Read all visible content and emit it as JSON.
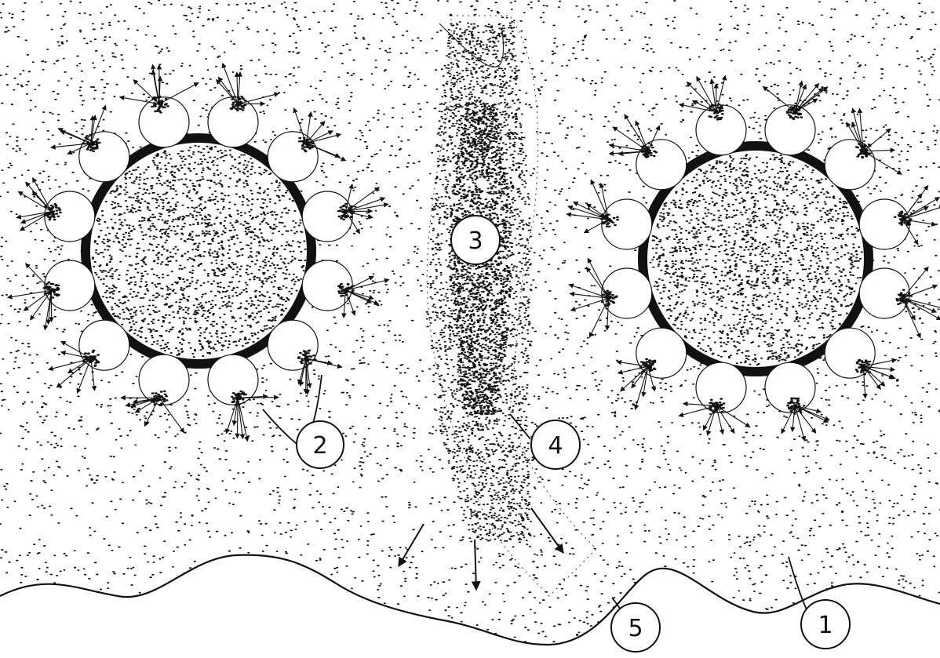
{
  "figure": {
    "colors": {
      "ink": "#111111",
      "paper": "#ffffff",
      "dot": "#1a1a1a"
    },
    "callouts": [
      {
        "id": "1",
        "text": "1"
      },
      {
        "id": "2",
        "text": "2"
      },
      {
        "id": "3",
        "text": "3"
      },
      {
        "id": "4",
        "text": "4"
      },
      {
        "id": "5",
        "text": "5"
      }
    ]
  }
}
